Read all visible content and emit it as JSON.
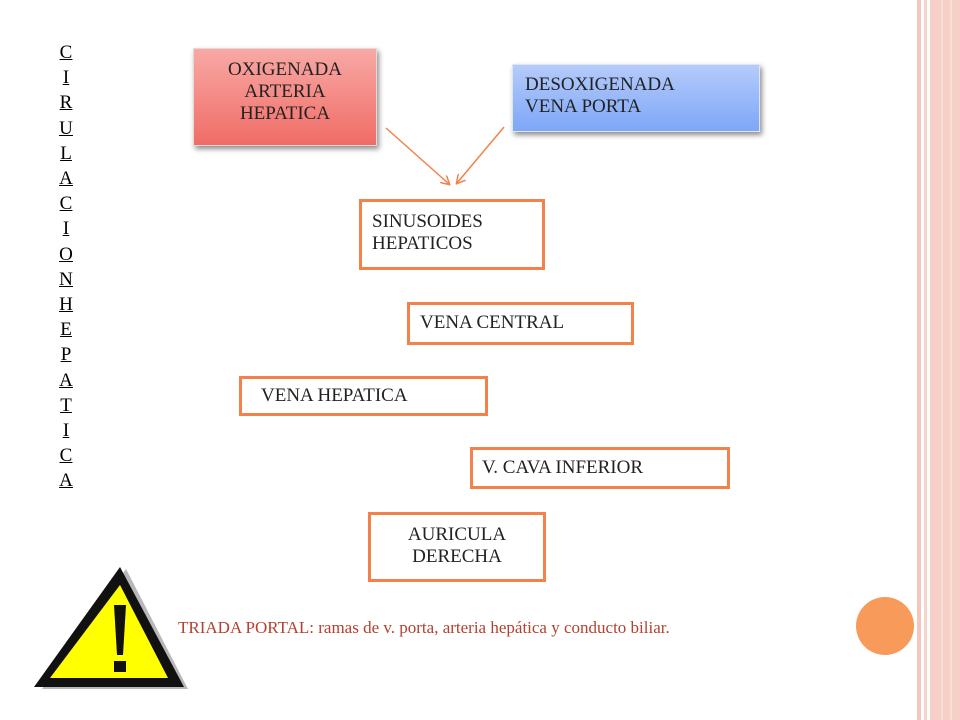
{
  "slide": {
    "vertical_title": "CIRULACIONHEPATICA",
    "boxes": {
      "oxigenada": "OXIGENADA\nARTERIA\nHEPATICA",
      "desoxigenada": "DESOXIGENADA\nVENA PORTA",
      "sinusoides": "SINUSOIDES\nHEPATICOS",
      "vena_central": "VENA CENTRAL",
      "vena_hepatica": "VENA HEPATICA",
      "cava_inferior": "V. CAVA INFERIOR",
      "auricula": "AURICULA\nDERECHA"
    },
    "note": "TRIADA PORTAL: ramas de v. porta, arteria hepática y conducto biliar.",
    "icons": {
      "warning": "warning-triangle-icon",
      "decoration": "orange-circle"
    },
    "colors": {
      "accent_orange": "#f2824a",
      "note_text": "#b5402f",
      "red_box": "#f06c66",
      "blue_box": "#7ea7f7",
      "warning_yellow": "#ffff00"
    }
  }
}
